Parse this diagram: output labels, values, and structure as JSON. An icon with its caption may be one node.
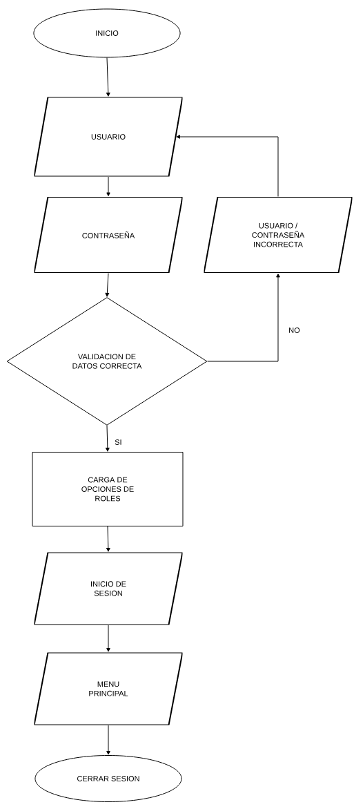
{
  "diagram": {
    "nodes": [
      {
        "text": [
          "INICIO"
        ]
      },
      {
        "text": [
          "USUARIO"
        ]
      },
      {
        "text": [
          "CONTRASEÑA"
        ]
      },
      {
        "text": [
          "VALIDACION DE DATOS CORRECTA"
        ]
      },
      {
        "text": [
          "USUARIO / CONTRASEÑA INCORRECTA"
        ]
      },
      {
        "text": [
          "CARGA DE OPCIONES DE ROLES"
        ]
      },
      {
        "text": [
          "INICIO DE SESION"
        ]
      },
      {
        "text": [
          "MENU PRINCIPAL"
        ]
      },
      {
        "text": [
          "CERRAR SESION"
        ]
      }
    ],
    "edges": [
      {
        "from": 0,
        "to": 1,
        "arrow": "to"
      },
      {
        "from": 1,
        "to": 2,
        "arrow": "to"
      },
      {
        "from": 2,
        "to": 3,
        "arrow": "to"
      },
      {
        "from": 3,
        "to": 4,
        "arrow": "to",
        "label": "NO"
      },
      {
        "from": 4,
        "to": 1,
        "arrow": "to"
      },
      {
        "from": 3,
        "to": 5,
        "arrow": "to",
        "label": "SI"
      },
      {
        "from": 5,
        "to": 6,
        "arrow": "to"
      },
      {
        "from": 6,
        "to": 7,
        "arrow": "to"
      },
      {
        "from": 7,
        "to": 8,
        "arrow": "to"
      }
    ]
  }
}
